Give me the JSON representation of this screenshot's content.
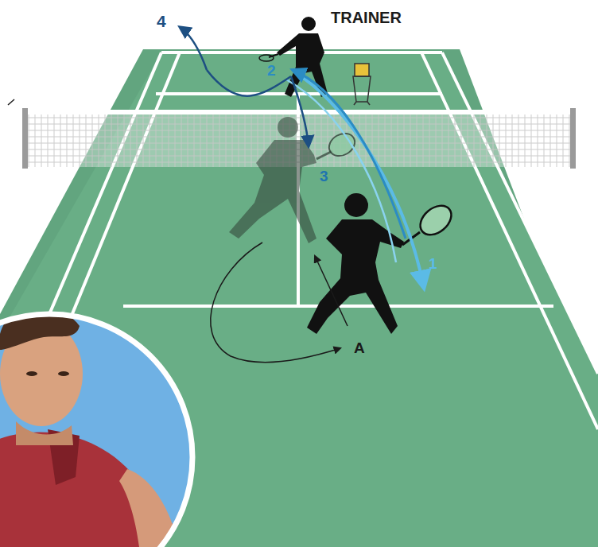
{
  "diagram": {
    "labels": [
      "TRAINER",
      "4",
      "2",
      "3",
      "1",
      "A"
    ]
  }
}
